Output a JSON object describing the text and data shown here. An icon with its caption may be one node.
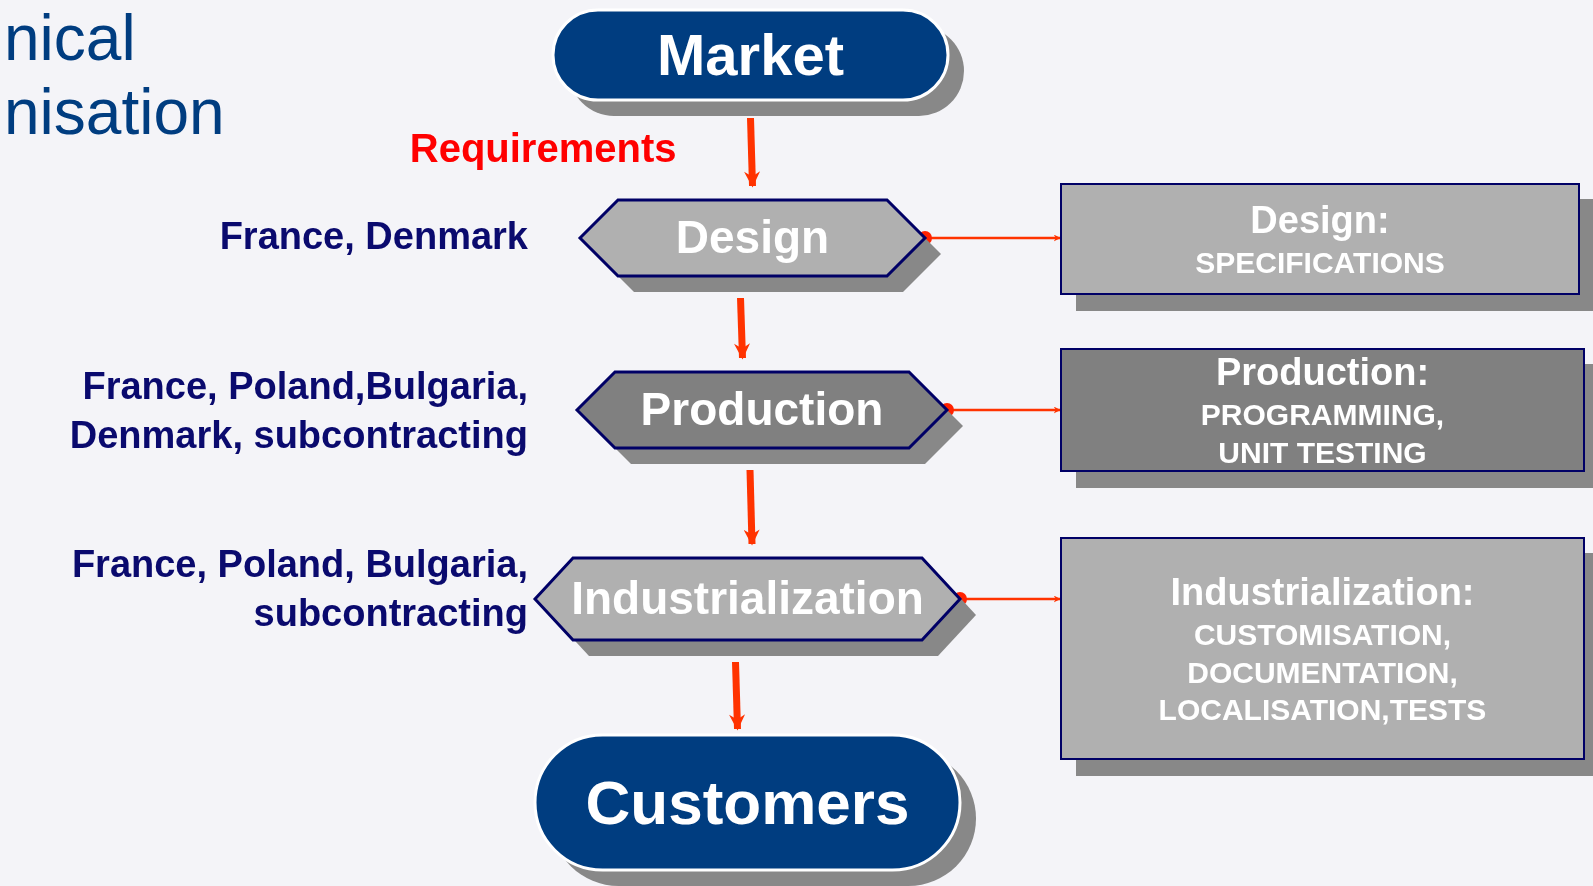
{
  "diagram": {
    "title": "nical nisation",
    "nodes": [
      {
        "text": [
          "Market"
        ]
      },
      {
        "text": [
          "Design"
        ],
        "beside": [
          "France, Denmark"
        ]
      },
      {
        "text": [
          "Production"
        ],
        "beside": [
          "France, Poland,Bulgaria, Denmark, subcontracting"
        ]
      },
      {
        "text": [
          "Industrialization"
        ],
        "beside": [
          "France, Poland, Bulgaria, subcontracting"
        ]
      },
      {
        "text": [
          "Customers"
        ]
      },
      {
        "text": [
          "Design:",
          "SPECIFICATIONS"
        ]
      },
      {
        "text": [
          "Production:",
          "PROGRAMMING, UNIT TESTING"
        ]
      },
      {
        "text": [
          "Industrialization:",
          "CUSTOMISATION, DOCUMENTATION, LOCALISATION,TESTS"
        ]
      }
    ],
    "edges": [
      {
        "from": 0,
        "to": 1,
        "arrow": "to",
        "label": "Requirements"
      },
      {
        "from": 1,
        "to": 2,
        "arrow": "to"
      },
      {
        "from": 2,
        "to": 3,
        "arrow": "to"
      },
      {
        "from": 3,
        "to": 4,
        "arrow": "to"
      },
      {
        "from": 1,
        "to": 5,
        "arrow": "to"
      },
      {
        "from": 2,
        "to": 6,
        "arrow": "to"
      },
      {
        "from": 3,
        "to": 7,
        "arrow": "to"
      }
    ]
  }
}
